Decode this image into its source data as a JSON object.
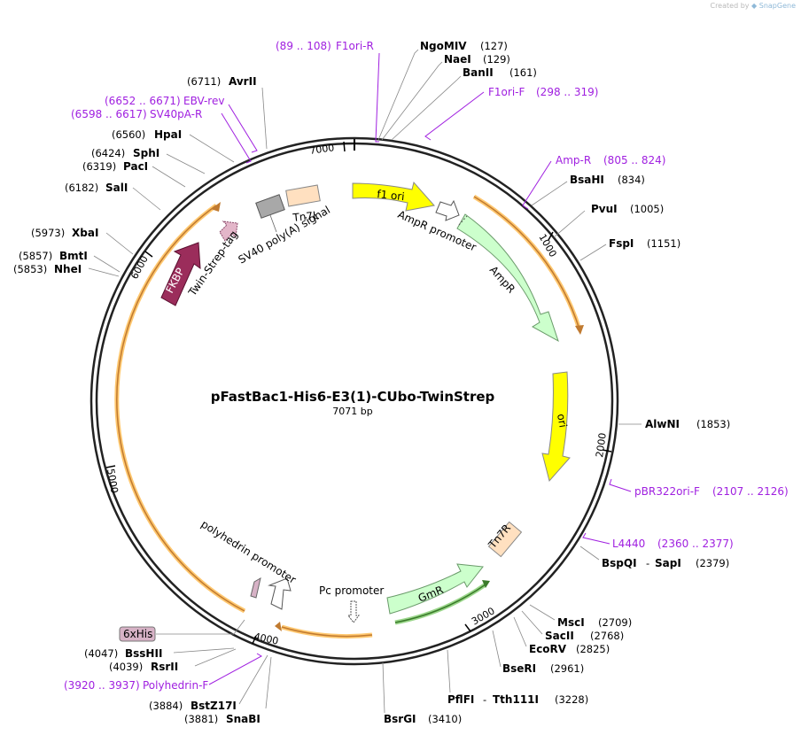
{
  "credit": {
    "prefix": "Created by",
    "brand": "SnapGene"
  },
  "plasmid": {
    "name": "pFastBac1-His6-E3(1)-CUbo-TwinStrep",
    "size": "7071 bp"
  },
  "ticks": [
    "1000",
    "2000",
    "3000",
    "4000",
    "5000",
    "6000",
    "7000"
  ],
  "sites": [
    {
      "id": "ngomiv",
      "name": "NgoMIV",
      "pos": "(127)"
    },
    {
      "id": "naei",
      "name": "NaeI",
      "pos": "(129)"
    },
    {
      "id": "banii",
      "name": "BanII",
      "pos": "(161)"
    },
    {
      "id": "bsahi",
      "name": "BsaHI",
      "pos": "(834)"
    },
    {
      "id": "pvui",
      "name": "PvuI",
      "pos": "(1005)"
    },
    {
      "id": "fspi",
      "name": "FspI",
      "pos": "(1151)"
    },
    {
      "id": "alwni",
      "name": "AlwNI",
      "pos": "(1853)"
    },
    {
      "id": "bspqi",
      "name": "BspQI",
      "pos": "(2379)",
      "also": "SapI"
    },
    {
      "id": "msci",
      "name": "MscI",
      "pos": "(2709)"
    },
    {
      "id": "sacii",
      "name": "SacII",
      "pos": "(2768)"
    },
    {
      "id": "ecorv",
      "name": "EcoRV",
      "pos": "(2825)"
    },
    {
      "id": "bseri",
      "name": "BseRI",
      "pos": "(2961)"
    },
    {
      "id": "pflfi",
      "name": "PflFI",
      "pos": "(3228)",
      "also": "Tth111I"
    },
    {
      "id": "bsrgi",
      "name": "BsrGI",
      "pos": "(3410)"
    },
    {
      "id": "snabi",
      "name": "SnaBI",
      "pos": "(3881)"
    },
    {
      "id": "bstz17i",
      "name": "BstZ17I",
      "pos": "(3884)"
    },
    {
      "id": "rsrii",
      "name": "RsrII",
      "pos": "(4039)"
    },
    {
      "id": "bsshii",
      "name": "BssHII",
      "pos": "(4047)"
    },
    {
      "id": "nhei",
      "name": "NheI",
      "pos": "(5853)"
    },
    {
      "id": "bmti",
      "name": "BmtI",
      "pos": "(5857)"
    },
    {
      "id": "xbai",
      "name": "XbaI",
      "pos": "(5973)"
    },
    {
      "id": "sali",
      "name": "SalI",
      "pos": "(6182)"
    },
    {
      "id": "paci",
      "name": "PacI",
      "pos": "(6319)"
    },
    {
      "id": "sphi",
      "name": "SphI",
      "pos": "(6424)"
    },
    {
      "id": "hpai",
      "name": "HpaI",
      "pos": "(6560)"
    },
    {
      "id": "avrii",
      "name": "AvrII",
      "pos": "(6711)"
    }
  ],
  "primers": [
    {
      "id": "f1ori-r",
      "name": "F1ori-R",
      "range": "(89 .. 108)"
    },
    {
      "id": "f1ori-f",
      "name": "F1ori-F",
      "range": "(298 .. 319)"
    },
    {
      "id": "amp-r",
      "name": "Amp-R",
      "range": "(805 .. 824)"
    },
    {
      "id": "pbr322ori-f",
      "name": "pBR322ori-F",
      "range": "(2107 .. 2126)"
    },
    {
      "id": "l4440",
      "name": "L4440",
      "range": "(2360 .. 2377)"
    },
    {
      "id": "polyhedrin-f",
      "name": "Polyhedrin-F",
      "range": "(3920 .. 3937)"
    },
    {
      "id": "sv40pa-r",
      "name": "SV40pA-R",
      "range": "(6598 .. 6617)"
    },
    {
      "id": "ebv-rev",
      "name": "EBV-rev",
      "range": "(6652 .. 6671)"
    }
  ],
  "features": {
    "f1_ori": "f1 ori",
    "ampr_promoter": "AmpR promoter",
    "ampr": "AmpR",
    "ori": "ori",
    "tn7r": "Tn7R",
    "gmr": "GmR",
    "pc_promoter": "Pc promoter",
    "polyhedrin_promoter": "polyhedrin promoter",
    "his6": "6xHis",
    "fkbp": "FKBP",
    "twin_strep": "Twin-Strep-tag",
    "sv40": "SV40 poly(A) signal",
    "tn7l": "Tn7L"
  },
  "colors": {
    "backbone": "#222222",
    "primer": "#a020e0",
    "f1_ori": "#ffff00",
    "ampr": "#ccffcc",
    "tn7": "#ffe0c0",
    "fkbp": "#9b2d5b",
    "his_tag": "#d7b2c6",
    "sv40": "#a8a8a8",
    "orf_orange": "#ffb23c"
  }
}
